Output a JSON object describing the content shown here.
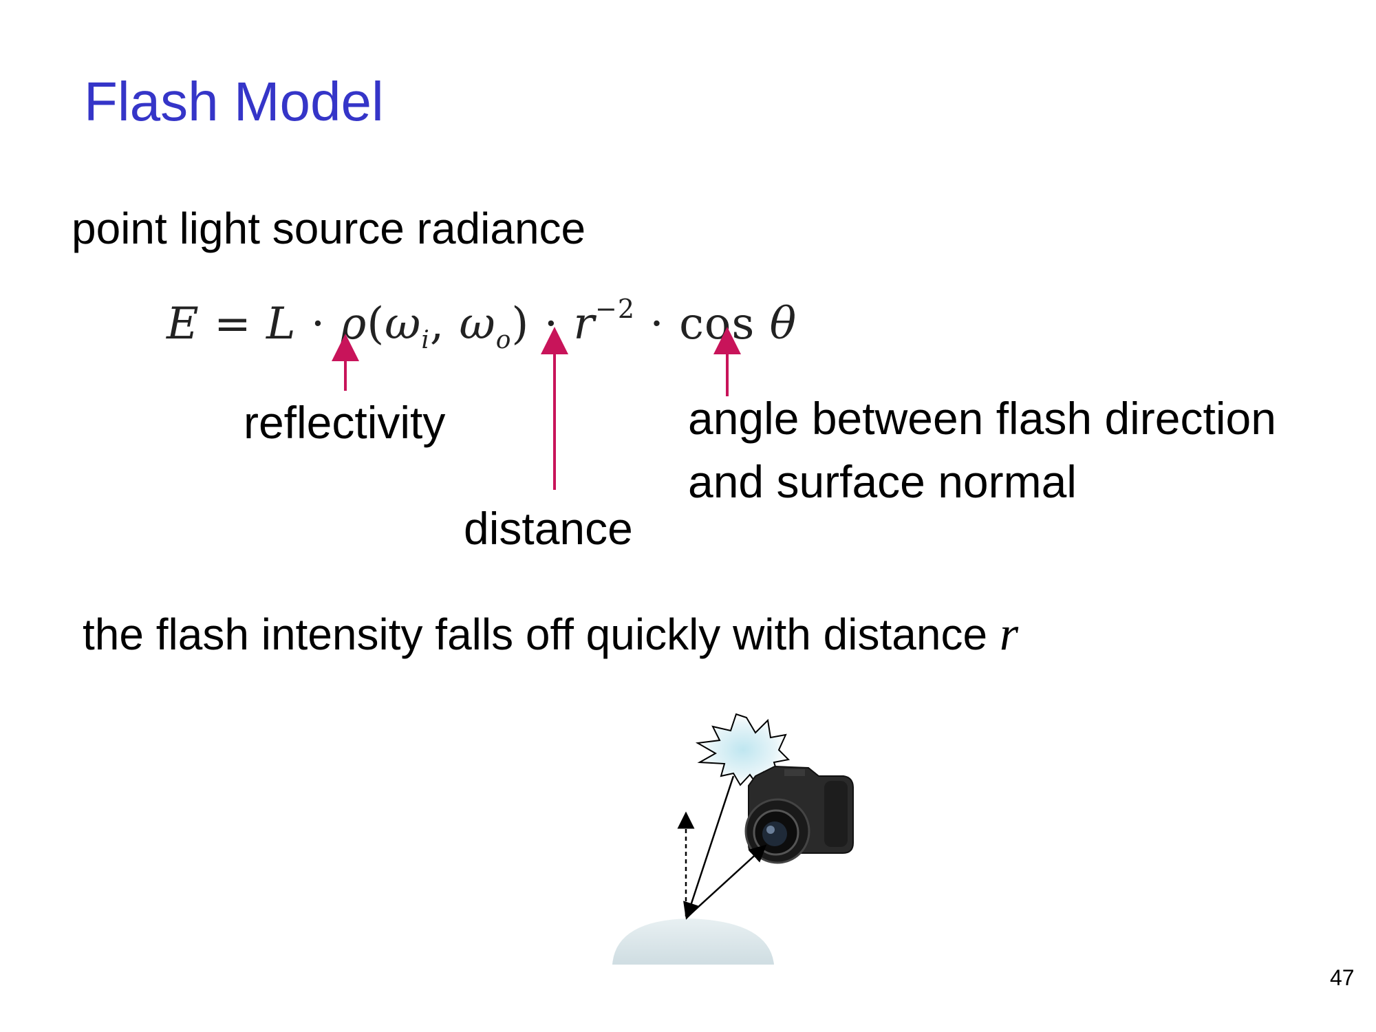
{
  "slide": {
    "title": "Flash Model",
    "subtitle": "point light source radiance",
    "formula": {
      "E": "E",
      "eq": " = ",
      "L": "L",
      "dot": " · ",
      "rho": "ρ",
      "open": "(",
      "omega1": "ω",
      "sub_i": "i",
      "comma": ", ",
      "omega2": "ω",
      "sub_o": "o",
      "close": ")",
      "r": "r",
      "exp": "−2",
      "cos": "cos ",
      "theta": "θ"
    },
    "labels": {
      "reflectivity": "reflectivity",
      "distance": "distance",
      "angle_line1": "angle between flash direction",
      "angle_line2": "and surface normal"
    },
    "bottom_text": "the flash intensity falls off quickly with distance ",
    "bottom_var": "r",
    "page_number": "47"
  },
  "colors": {
    "title": "#3535c8",
    "arrow": "#c8145a",
    "surface": "#dce8ec",
    "flash_glow": "#bfe6f0"
  },
  "icons": [
    "flash-burst-icon",
    "camera-icon",
    "surface-dome-icon"
  ]
}
